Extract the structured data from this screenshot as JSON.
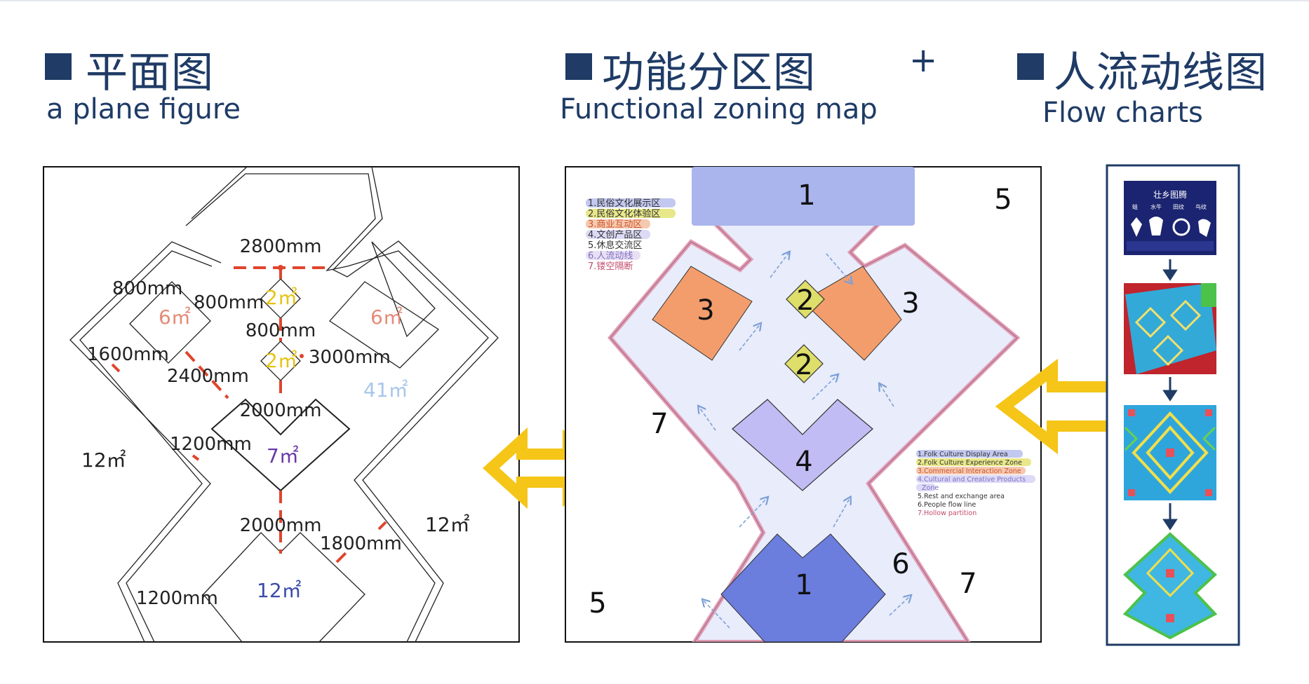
{
  "headers": {
    "plan": {
      "title": "平面图",
      "subtitle": "a plane figure"
    },
    "zoning": {
      "title": "功能分区图",
      "subtitle": "Functional zoning map"
    },
    "plus": "+",
    "flow": {
      "title": "人流动线图",
      "subtitle": "Flow charts"
    }
  },
  "colors": {
    "navy": "#1f3b66",
    "arrow_yellow": "#f5c518",
    "dim_red": "#e0452c",
    "zone1_light": "#a9b5ec",
    "zone1_dark": "#6b7ddd",
    "zone2": "#dede6a",
    "zone3": "#f39d6c",
    "zone4": "#c2bcf4",
    "zone_floor": "#e8ecfb",
    "partition_pink": "#e39db4"
  },
  "plan": {
    "dims": {
      "d2800": "2800mm",
      "d800a": "800mm",
      "d800b": "800mm",
      "d800c": "800mm",
      "d1600": "1600mm",
      "d2400": "2400mm",
      "d3000": "3000mm",
      "d2000a": "2000mm",
      "d1200a": "1200mm",
      "d2000b": "2000mm",
      "d1800": "1800mm",
      "d1200b": "1200mm"
    },
    "areas": {
      "a6left": "6㎡",
      "a6right": "6㎡",
      "a2top": "2㎡",
      "a2mid": "2㎡",
      "a41": "41㎡",
      "a7": "7㎡",
      "a12left": "12㎡",
      "a12right": "12㎡",
      "a12bottom": "12㎡"
    }
  },
  "zoning": {
    "numbers": {
      "n1top": "1",
      "n5tr": "5",
      "n3left": "3",
      "n2a": "2",
      "n3right": "3",
      "n2b": "2",
      "n7left": "7",
      "n4": "4",
      "n6": "6",
      "n1bottom": "1",
      "n7right": "7",
      "n5bl": "5"
    },
    "legend_zh": [
      "1.民俗文化展示区",
      "2.民俗文化体验区",
      "3.商业互动区",
      "4.文创产品区",
      "5.休息交流区",
      "6.人流动线",
      "7.镂空隔断"
    ],
    "legend_en": [
      "1.Folk Culture Display Area",
      "2.Folk Culture Experience Zone",
      "3.Commercial Interaction Zone",
      "4.Cultural and Creative Products",
      "Zone",
      "5.Rest and exchange area",
      "6.People flow line",
      "7.Hollow partition"
    ]
  },
  "flow": {
    "card_title": "壮乡图腾",
    "card_cols": [
      "蛙",
      "水牛",
      "田纹",
      "鸟纹"
    ]
  }
}
